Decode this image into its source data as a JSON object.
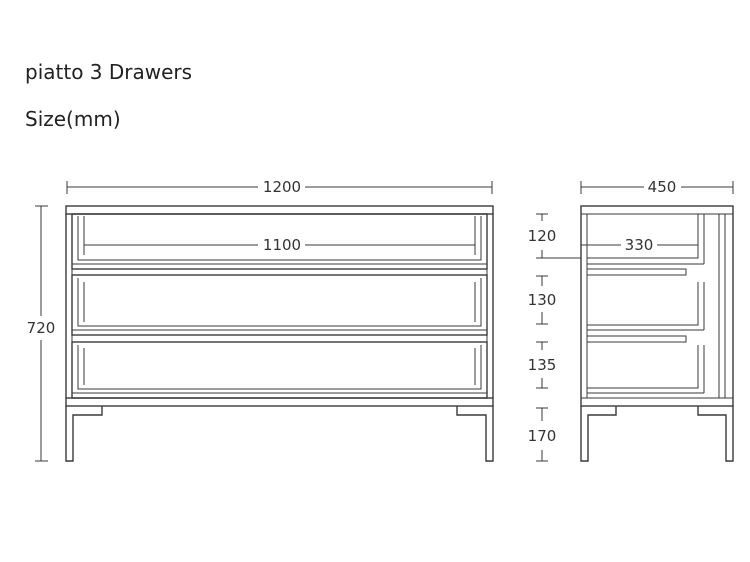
{
  "header": {
    "title": "piatto 3 Drawers",
    "subtitle": "Size(mm)"
  },
  "front": {
    "width": "1200",
    "inner_width": "1100",
    "height": "720"
  },
  "side": {
    "depth": "450",
    "inner_depth": "330",
    "h1": "120",
    "h2": "130",
    "h3": "135",
    "h4": "170"
  },
  "colors": {
    "line": "#3a3a3a",
    "text": "#333333"
  }
}
